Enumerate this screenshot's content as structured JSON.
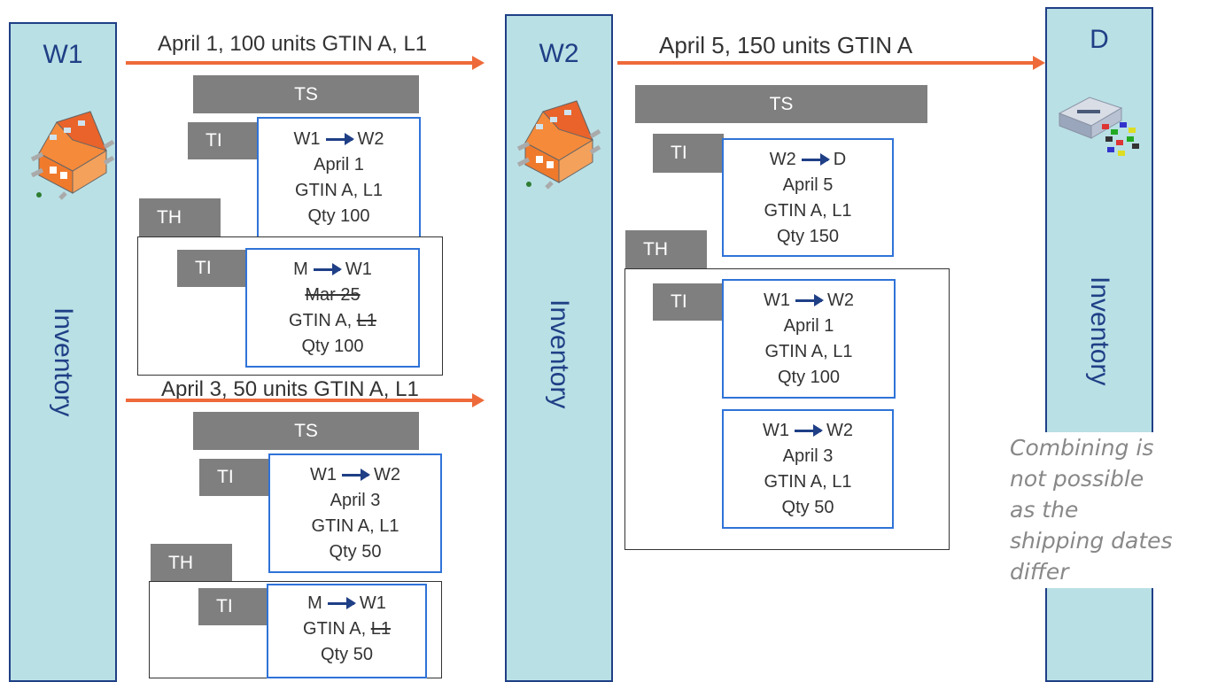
{
  "columns": {
    "w1": {
      "title": "W1",
      "label": "Inventory"
    },
    "w2": {
      "title": "W2",
      "label": "Inventory"
    },
    "d": {
      "title": "D",
      "label": "Inventory"
    }
  },
  "arrows": {
    "a1": "April 1, 100 units GTIN A, L1",
    "a2": "April 5, 150 units GTIN A",
    "a3": "April 3, 50 units GTIN A, L1"
  },
  "tags": {
    "ts": "TS",
    "ti": "TI",
    "th": "TH"
  },
  "cards": {
    "c1": {
      "from": "W1",
      "to": "W2",
      "date": "April 1",
      "gtin": "GTIN A, L1",
      "qty": "Qty 100"
    },
    "c2": {
      "from": "M",
      "to": "W1",
      "date": "Mar 25",
      "gtin_prefix": "GTIN A, ",
      "gtin_lot": "L1",
      "qty": "Qty 100"
    },
    "c3": {
      "from": "W1",
      "to": "W2",
      "date": "April 3",
      "gtin": "GTIN A, L1",
      "qty": "Qty 50"
    },
    "c4": {
      "from": "M",
      "to": "W1",
      "gtin_prefix": "GTIN A, ",
      "gtin_lot": "L1",
      "qty": "Qty 50"
    },
    "c5": {
      "from": "W2",
      "to": "D",
      "date": "April 5",
      "gtin": "GTIN A, L1",
      "qty": "Qty 150"
    },
    "c6": {
      "from": "W1",
      "to": "W2",
      "date": "April 1",
      "gtin": "GTIN A, L1",
      "qty": "Qty 100"
    },
    "c7": {
      "from": "W1",
      "to": "W2",
      "date": "April 3",
      "gtin": "GTIN A, L1",
      "qty": "Qty 50"
    }
  },
  "note": [
    "Combining is",
    "not possible",
    "as the",
    "shipping dates",
    "differ"
  ],
  "icons": {
    "warehouse": "warehouse-icon",
    "distribution": "distribution-center-icon"
  },
  "colors": {
    "column_fill": "#b9e0e5",
    "column_border": "#1f3f86",
    "flow_arrow": "#ee6a3a",
    "card_border": "#2f73d8",
    "tag_fill": "#7f7f7f"
  }
}
